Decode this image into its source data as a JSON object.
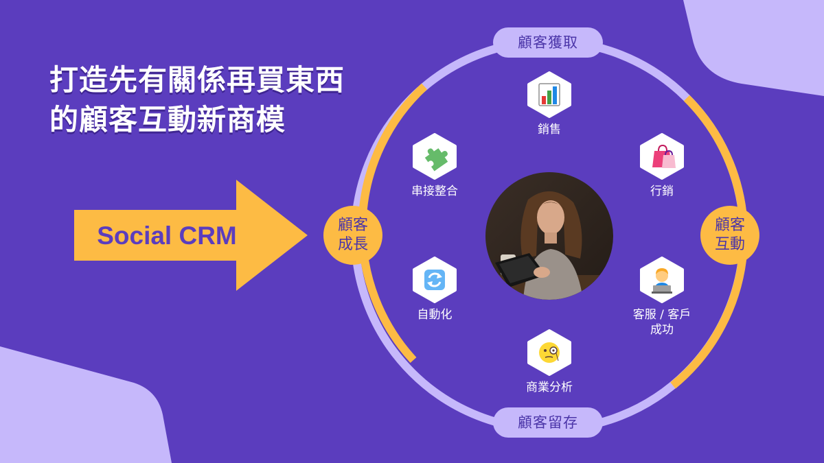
{
  "title": {
    "line1": "打造先有關係再買東西",
    "line2": "的顧客互動新商模"
  },
  "arrow": {
    "label": "Social CRM"
  },
  "stages": {
    "top": "顧客獲取",
    "bottom": "顧客留存",
    "left": [
      "顧客",
      "成長"
    ],
    "right": [
      "顧客",
      "互動"
    ]
  },
  "nodes": [
    {
      "id": "sales",
      "label": "銷售",
      "icon": "bar-chart-icon"
    },
    {
      "id": "marketing",
      "label": "行銷",
      "icon": "shopping-bags-icon"
    },
    {
      "id": "service",
      "label": "客服 / 客戶",
      "label2": "成功",
      "icon": "technologist-icon"
    },
    {
      "id": "analytics",
      "label": "商業分析",
      "icon": "monocle-face-icon"
    },
    {
      "id": "automation",
      "label": "自動化",
      "icon": "refresh-icon"
    },
    {
      "id": "integration",
      "label": "串接整合",
      "icon": "puzzle-piece-icon"
    }
  ],
  "colors": {
    "background": "#5B3DBE",
    "accent_yellow": "#FDBB44",
    "lavender": "#C6B8FB",
    "white": "#FFFFFF"
  }
}
